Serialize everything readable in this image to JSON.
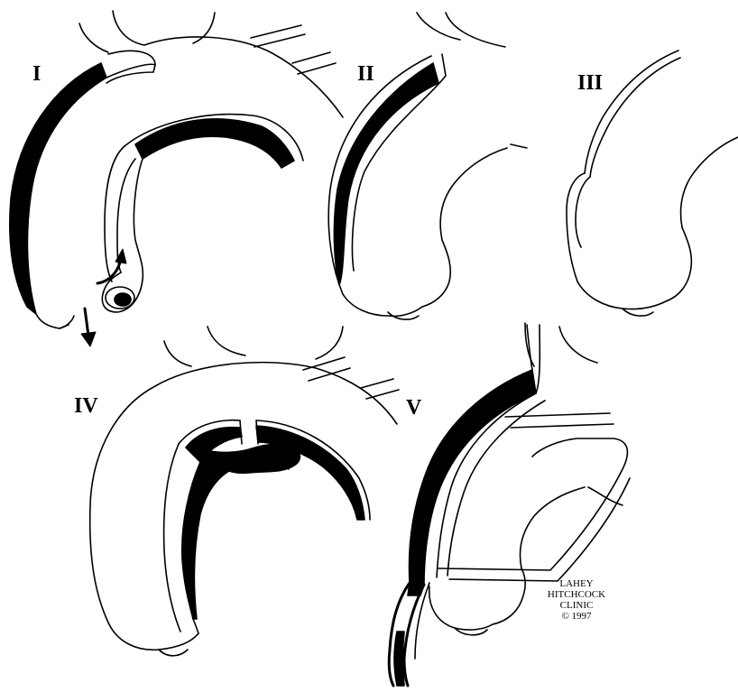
{
  "panels": [
    {
      "id": "I",
      "label": "I"
    },
    {
      "id": "II",
      "label": "II"
    },
    {
      "id": "III",
      "label": "III"
    },
    {
      "id": "IV",
      "label": "IV"
    },
    {
      "id": "V",
      "label": "V"
    }
  ],
  "credit": {
    "line1": "LAHEY",
    "line2": "HITCHCOCK",
    "line3": "CLINIC",
    "line4": "© 1997"
  },
  "colors": {
    "ink": "#000000",
    "paper": "#ffffff"
  }
}
